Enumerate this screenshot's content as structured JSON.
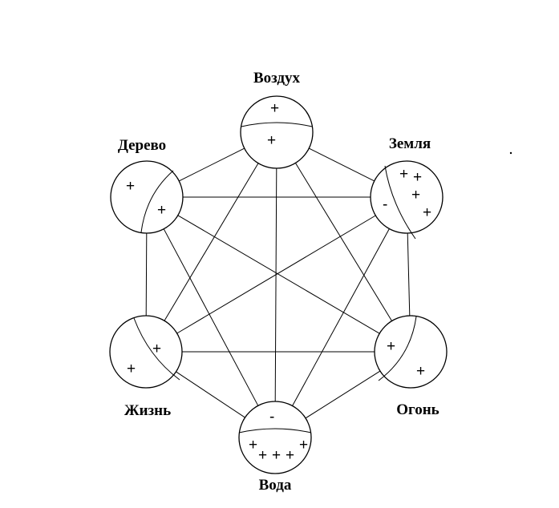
{
  "nodes": [
    {
      "id": "air",
      "label": "Воздух",
      "marks": [
        "+",
        "+"
      ]
    },
    {
      "id": "earth",
      "label": "Земля",
      "marks": [
        "-",
        "+",
        "+",
        "+",
        "+",
        "+"
      ]
    },
    {
      "id": "fire",
      "label": "Огонь",
      "marks": [
        "+",
        "+"
      ]
    },
    {
      "id": "water",
      "label": "Вода",
      "marks": [
        "-",
        "+",
        "+",
        "+",
        "+",
        "+",
        "+"
      ]
    },
    {
      "id": "life",
      "label": "Жизнь",
      "marks": [
        "+",
        "+"
      ]
    },
    {
      "id": "wood",
      "label": "Дерево",
      "marks": [
        "+",
        "+"
      ]
    }
  ],
  "edges": [
    [
      "air",
      "earth"
    ],
    [
      "earth",
      "fire"
    ],
    [
      "fire",
      "water"
    ],
    [
      "water",
      "life"
    ],
    [
      "life",
      "wood"
    ],
    [
      "wood",
      "air"
    ],
    [
      "air",
      "fire"
    ],
    [
      "earth",
      "water"
    ],
    [
      "fire",
      "life"
    ],
    [
      "water",
      "wood"
    ],
    [
      "life",
      "air"
    ],
    [
      "wood",
      "earth"
    ],
    [
      "air",
      "water"
    ],
    [
      "earth",
      "life"
    ],
    [
      "wood",
      "fire"
    ]
  ],
  "colors": {
    "ink": "#000000",
    "background": "#ffffff"
  }
}
